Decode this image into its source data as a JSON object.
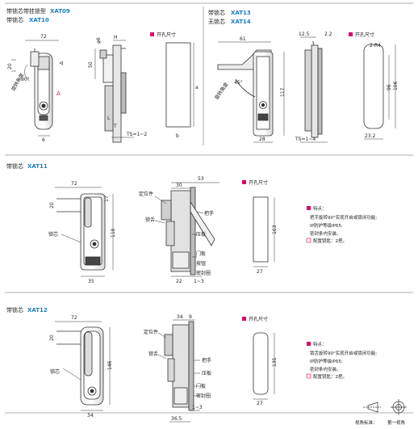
{
  "top_left": {
    "title_line1": "带锁芯带挂锁型",
    "code_line1": "XAT09",
    "title_line2": "带锁芯",
    "code_line2": "XAT10",
    "dims": {
      "w72": "72",
      "d20": "20",
      "d6": "6",
      "dphi6": "φ6",
      "h": "H",
      "d50": "50",
      "delta": "Δ",
      "a": "A",
      "l": "L",
      "t": "T",
      "ts": "TS=1~2",
      "a_small": "a",
      "b": "b",
      "deg": "90°",
      "rotate": "旋转角度"
    },
    "cutout_label": "开孔尺寸"
  },
  "top_right": {
    "title_line1": "带锁芯",
    "code_line1": "XAT13",
    "title_line2": "无锁芯",
    "code_line2": "XAT14",
    "dims": {
      "d61": "61",
      "d12_5": "12.5",
      "d3": "3",
      "d2_2": "2.2",
      "d117": "117",
      "d28": "28",
      "ts": "TS=1~4",
      "deg": "45°",
      "rotate": "旋转角度",
      "r4": "2-R4",
      "d96": "96",
      "d106": "106",
      "d23_2": "23.2"
    },
    "cutout_label": "开孔尺寸"
  },
  "mid": {
    "title": "带锁芯",
    "code": "XAT11",
    "dims": {
      "d72": "72",
      "d20": "20",
      "d17": "17",
      "d110": "110",
      "d35": "35",
      "d53": "53",
      "d30": "30",
      "d22": "22",
      "d1_3": "1~3",
      "d103": "103",
      "d27": "27"
    },
    "labels": {
      "lock_core": "锁芯",
      "locator": "定位件",
      "lock_tongue": "锁舌",
      "handle": "把手",
      "press_plate": "压板",
      "door_panel": "门板",
      "button": "按钮",
      "seal": "密封圈"
    },
    "cutout_label": "开孔尺寸",
    "features_title": "特点：",
    "features": [
      "把手旋转90°实现开启或锁闭功能;",
      "IP防护等级IP65;",
      "密封条内安装。"
    ],
    "key_note": "配置钥匙：2把。"
  },
  "bottom": {
    "title": "带锁芯",
    "code": "XAT12",
    "dims": {
      "d72": "72",
      "d20": "20",
      "d146": "146",
      "d34": "34",
      "d34b": "34",
      "d9": "9",
      "d36_5": "36.5",
      "d1_3": "1~3",
      "d135": "135",
      "d27": "27"
    },
    "labels": {
      "lock_core": "锁芯",
      "locator": "定位件",
      "lock_tongue": "锁舌",
      "handle": "把手",
      "press_plate": "压板",
      "door_panel": "门板",
      "seal": "密封圈"
    },
    "cutout_label": "开孔尺寸",
    "features_title": "特点：",
    "features": [
      "锁舌旋转90°实现开启或锁闭功能;",
      "IP防护等级IP65;",
      "密封条内安装。"
    ],
    "key_note": "配置钥匙：2把。"
  },
  "footer": {
    "view_standard": "视角标准：",
    "first_angle": "第一视角"
  },
  "colors": {
    "accent_blue": "#1a7fc1",
    "magenta": "#e0006b",
    "part_gray": "#c8c8c8",
    "line": "#333333"
  }
}
